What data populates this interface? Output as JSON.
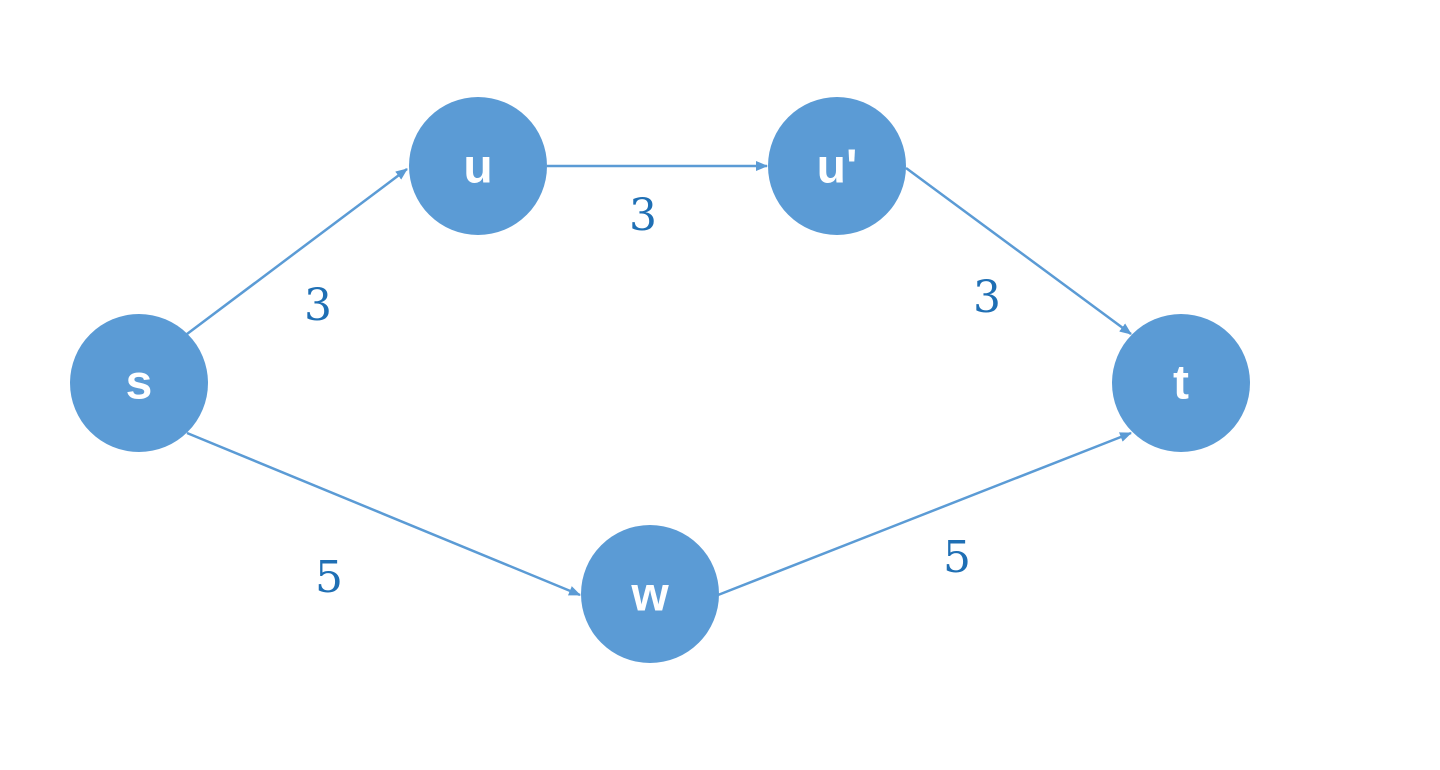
{
  "colors": {
    "node_fill": "#5b9bd5",
    "edge": "#5b9bd5",
    "node_text": "#ffffff",
    "weight_text": "#1f6fb4"
  },
  "nodes": {
    "s": "s",
    "u": "u",
    "u_prime": "u'",
    "w": "w",
    "t": "t"
  },
  "edges": {
    "s_to_u": {
      "from": "s",
      "to": "u",
      "weight": "3"
    },
    "u_to_u_prime": {
      "from": "u",
      "to": "u'",
      "weight": "3"
    },
    "u_prime_to_t": {
      "from": "u'",
      "to": "t",
      "weight": "3"
    },
    "s_to_w": {
      "from": "s",
      "to": "w",
      "weight": "5"
    },
    "w_to_t": {
      "from": "w",
      "to": "t",
      "weight": "5"
    }
  }
}
